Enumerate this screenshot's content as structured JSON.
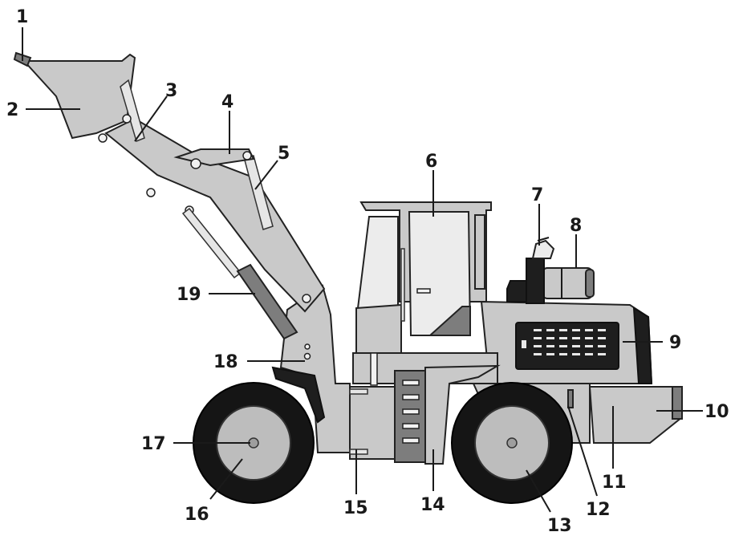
{
  "callouts": [
    {
      "id": 1,
      "label": "1"
    },
    {
      "id": 2,
      "label": "2"
    },
    {
      "id": 3,
      "label": "3"
    },
    {
      "id": 4,
      "label": "4"
    },
    {
      "id": 5,
      "label": "5"
    },
    {
      "id": 6,
      "label": "6"
    },
    {
      "id": 7,
      "label": "7"
    },
    {
      "id": 8,
      "label": "8"
    },
    {
      "id": 9,
      "label": "9"
    },
    {
      "id": 10,
      "label": "10"
    },
    {
      "id": 11,
      "label": "11"
    },
    {
      "id": 12,
      "label": "12"
    },
    {
      "id": 13,
      "label": "13"
    },
    {
      "id": 14,
      "label": "14"
    },
    {
      "id": 15,
      "label": "15"
    },
    {
      "id": 16,
      "label": "16"
    },
    {
      "id": 17,
      "label": "17"
    },
    {
      "id": 18,
      "label": "18"
    },
    {
      "id": 19,
      "label": "19"
    }
  ],
  "colors": {
    "line": "#1a1a1a",
    "body": "#c9c9c9",
    "tire": "#151515"
  }
}
